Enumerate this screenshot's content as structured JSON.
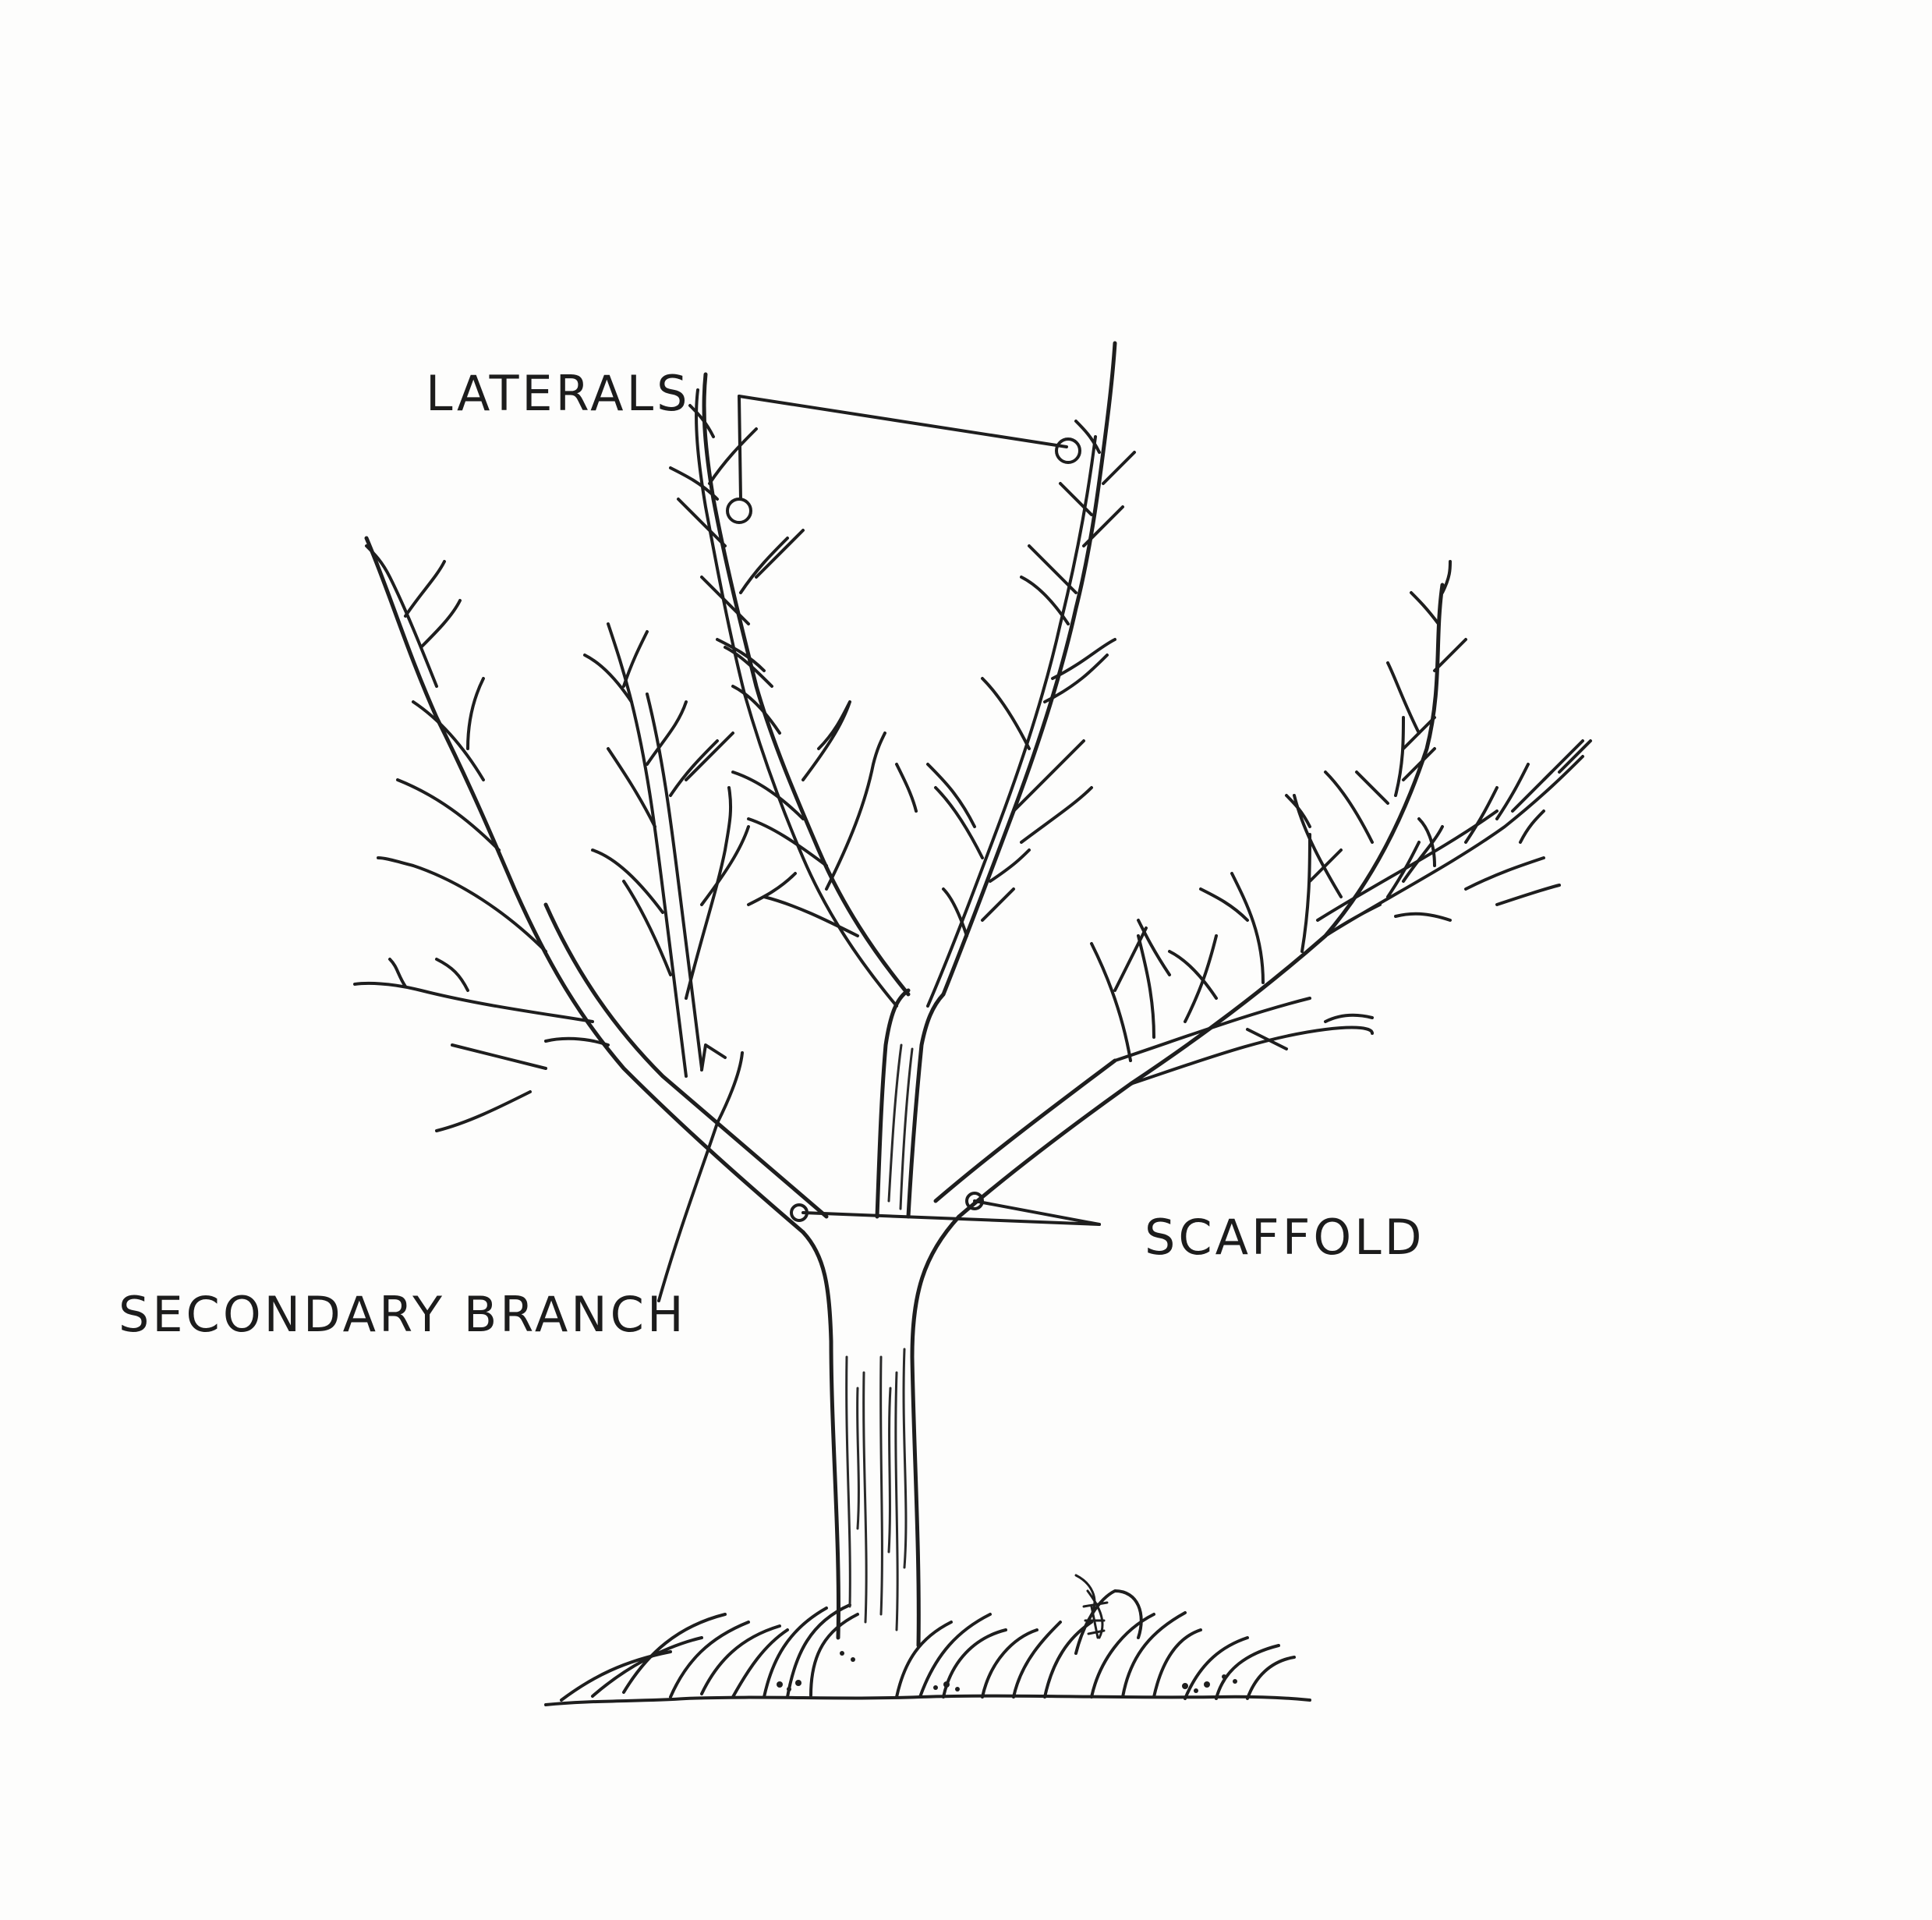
{
  "labels": {
    "laterals": "LATERALS",
    "scaffold": "SCAFFOLD",
    "secondary_branch": "SECONDARY BRANCH"
  },
  "colors": {
    "ink": "#1e1e1e",
    "paper": "#fdfdfc"
  }
}
